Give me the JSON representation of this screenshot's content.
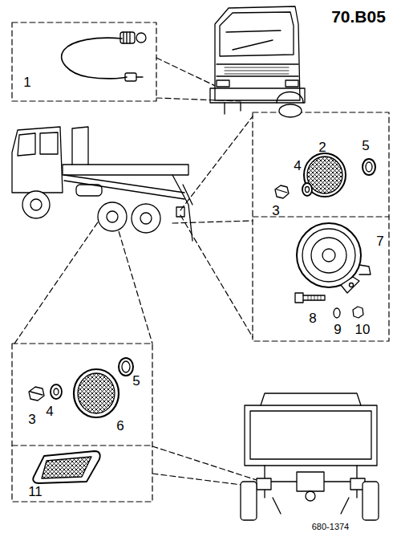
{
  "diagram": {
    "title": "70.B05",
    "labels": [
      "1",
      "2",
      "3",
      "4",
      "5",
      "7",
      "8",
      "9",
      "10",
      "3",
      "4",
      "6",
      "5",
      "11",
      "680-1374"
    ]
  }
}
